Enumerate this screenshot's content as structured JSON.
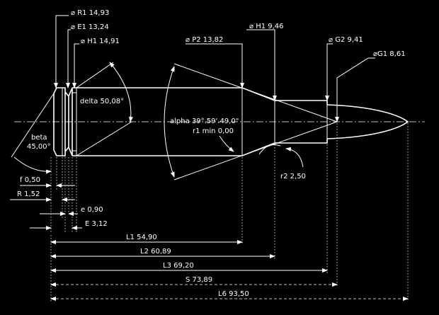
{
  "labels": {
    "r1": "⌀ R1 14,93",
    "e1": "⌀ E1 13,24",
    "h1": "⌀ H1 14,91",
    "p2": "⌀ P2 13,82",
    "h1_neck": "⌀ H1 9,46",
    "g2": "⌀ G2 9,41",
    "g1": "⌀G1 8,61",
    "delta": "delta 50,08°",
    "alpha": "alpha 39°.59'.49,0\"",
    "r1min": "r1 min 0,00",
    "beta_1": "beta",
    "beta_2": "45,00°",
    "r2": "r2 2,50",
    "f": "f 0,50",
    "R": "R 1,52",
    "e": "e 0,90",
    "E": "E 3,12",
    "L1": "L1 54,90",
    "L2": "L2 60,89",
    "L3": "L3 69,20",
    "S": "S 73,89",
    "L6": "L6 93,50"
  },
  "colors": {
    "background": "#000000",
    "stroke": "#ffffff"
  }
}
